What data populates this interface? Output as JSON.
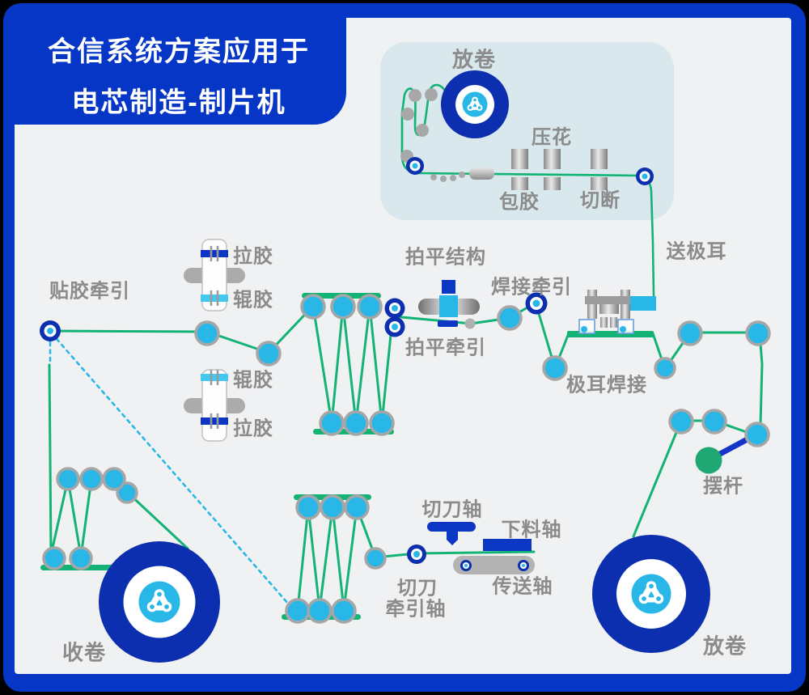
{
  "banner": {
    "line1": "合信系统方案应用于",
    "line2": "电芯制造-制片机"
  },
  "top_panel": {
    "unwind": "放卷",
    "embossing": "压花",
    "wrapping": "包胶",
    "cutting": "切断"
  },
  "labels": {
    "tab_feed": "送极耳",
    "tape_pull_top": "拉胶",
    "tape_roll_top": "辊胶",
    "taping_traction": "贴胶牵引",
    "tape_roll_bottom": "辊胶",
    "tape_pull_bottom": "拉胶",
    "flatten_structure": "拍平结构",
    "flatten_traction": "拍平牵引",
    "welding_traction": "焊接牵引",
    "tab_welding": "极耳焊接",
    "swing_rod": "摆杆",
    "cutter_shaft": "切刀轴",
    "unload_shaft": "下料轴",
    "conveyor_shaft": "传送轴",
    "cutter_traction_1": "切刀",
    "cutter_traction_2": "牵引轴",
    "rewind": "收卷",
    "unwind_bottom": "放卷"
  },
  "colors": {
    "frame_blue": "#0636c6",
    "coil_navy": "#0b2fae",
    "bar_navy": "#0c36c4",
    "cyan": "#29b7e8",
    "green": "#12b374",
    "label_gray": "#8b8b8b",
    "panel_bg": "#d8e8ec",
    "content_bg": "#f0f1f2"
  }
}
